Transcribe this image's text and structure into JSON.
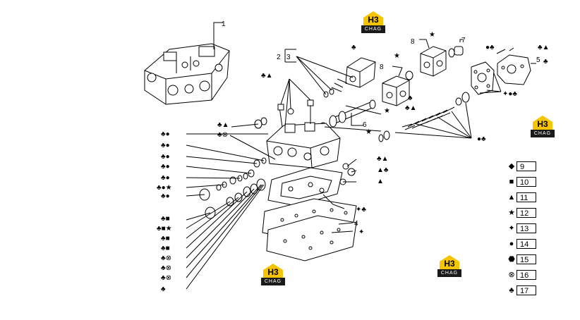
{
  "callouts": {
    "n1": "1",
    "n2": "2",
    "n3": "3",
    "n4": "4",
    "n5": "5",
    "n6": "6",
    "n7": "7",
    "n8a": "8",
    "n8b": "8",
    "c1": "♣▲",
    "c2": "♣⊗",
    "c3": "♣●",
    "c4": "♣●",
    "c5": "♣●",
    "c6": "♣●",
    "c7": "♣●",
    "c8": "♣●★",
    "c9": "♣●",
    "c10": "♣■",
    "c11": "♣■★",
    "c12": "♣■",
    "c13": "♣■",
    "c14": "♣⊗",
    "c15": "♣⊗",
    "c16": "♣⊗",
    "c17": "♣▲",
    "c18": "♣▲",
    "c19": "♣▲",
    "c20": "★",
    "c21": "★",
    "c22": "▲",
    "c23": "✦♣",
    "c24": "✦",
    "c25": "●♣",
    "c26": "▲♣",
    "c27": "♣",
    "c28": "✦●♣",
    "c29": "♣",
    "c30": "★",
    "c31": "♣",
    "c32": "★"
  },
  "legend": [
    {
      "symbol": "◆",
      "label": "9"
    },
    {
      "symbol": "■",
      "label": "10"
    },
    {
      "symbol": "▲",
      "label": "11"
    },
    {
      "symbol": "★",
      "label": "12"
    },
    {
      "symbol": "✦",
      "label": "13"
    },
    {
      "symbol": "●",
      "label": "14"
    },
    {
      "symbol": "⬣",
      "label": "15"
    },
    {
      "symbol": "⊗",
      "label": "16"
    },
    {
      "symbol": "♣",
      "label": "17"
    }
  ],
  "watermark": {
    "top": "H3",
    "bottom": "CHAG"
  },
  "colors": {
    "line": "#000000",
    "logo_yellow": "#f6c400",
    "logo_band": "#1a1a1a"
  }
}
